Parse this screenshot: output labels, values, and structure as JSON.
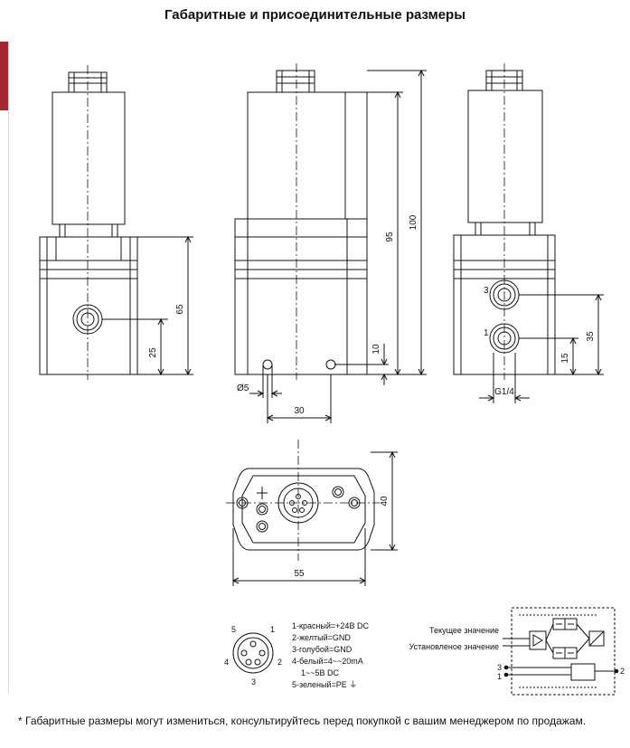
{
  "title": "Габаритные и присоединительные размеры",
  "accent_color": "#a3272e",
  "dimensions": {
    "d65": "65",
    "d25": "25",
    "d95": "95",
    "d100": "100",
    "d10": "10",
    "d5": "Ø5",
    "d30": "30",
    "d35": "35",
    "d15": "15",
    "g14": "G1/4",
    "d40": "40",
    "d55": "55"
  },
  "port_labels": {
    "p3": "3",
    "p1": "1"
  },
  "connector": {
    "pins": [
      "5",
      "1",
      "4",
      "2",
      "3"
    ],
    "wiring": [
      "1-красный=+24В DC",
      "2-желтый=GND",
      "3-голубой=GND",
      "4-белый=4~~20mA",
      "    1~~5В DC",
      "5-зеленый=PE ⏚"
    ]
  },
  "schematic": {
    "current_value": "Текущее значение",
    "set_value": "Установленое значение",
    "port3": "3",
    "port1": "1",
    "port2": "2"
  },
  "footnote": "* Габаритные размеры могут измениться, консультируйтесь перед покупкой с вашим менеджером по продажам."
}
